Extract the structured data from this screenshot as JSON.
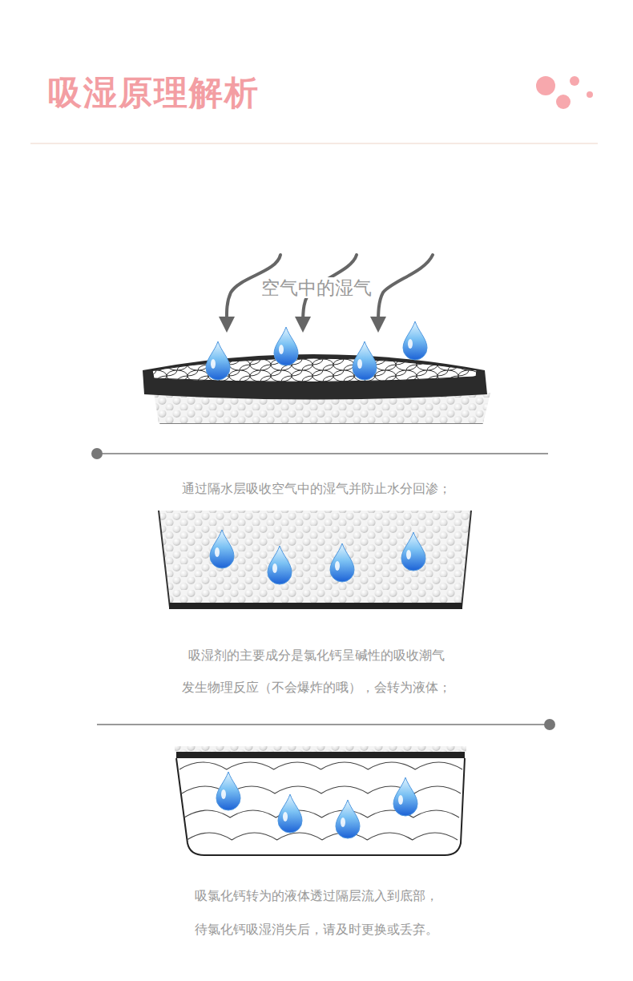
{
  "diagram": {
    "title": "吸湿原理解析",
    "labels": [
      "空气中的湿气",
      "通过隔水层吸收空气中的湿气并防止水分回渗；",
      "吸湿剂的主要成分是氯化钙呈碱性的吸收潮气",
      "发生物理反应（不会爆炸的哦），会转为液体；",
      "吸氯化钙转为的液体透过隔层流入到底部，",
      "待氯化钙吸湿消失后，请及时更换或丢弃。"
    ]
  }
}
